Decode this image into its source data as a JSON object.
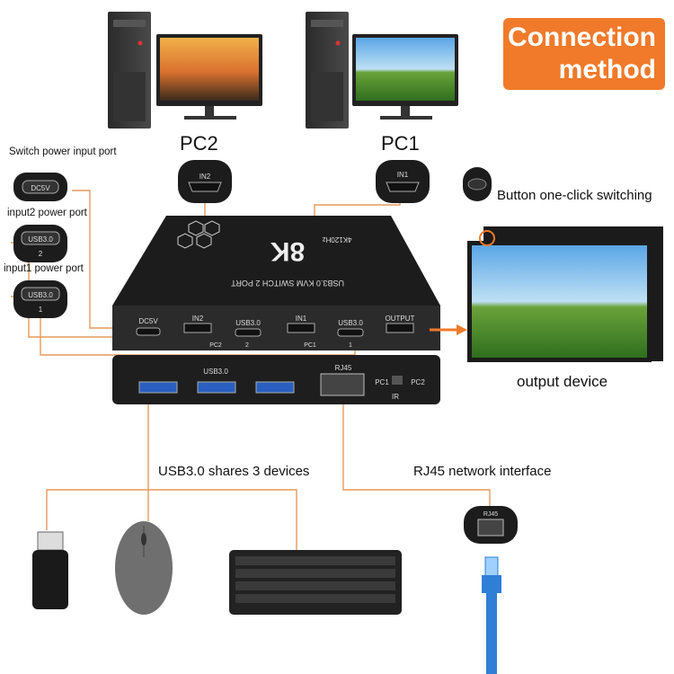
{
  "badge": {
    "line1": "Connection",
    "line2": "method"
  },
  "labels": {
    "pc2": "PC2",
    "pc1": "PC1",
    "switch_power_input": "Switch power input port",
    "input2_power": "input2 power  port",
    "input1_power": "input1 power port",
    "button_switching": "Button one-click switching",
    "output_device": "output device",
    "usb_shares": "USB3.0 shares 3 devices",
    "rj45_interface": "RJ45 network interface"
  },
  "device": {
    "brand": "8K",
    "model": "USB3.0 KVM SWITCH 2 PORT",
    "spec": "4K120Hz",
    "back_ports": [
      "DC5V",
      "IN2",
      "USB3.0",
      "IN1",
      "USB3.0",
      "OUTPUT"
    ],
    "back_groups": [
      "PC2",
      "PC1"
    ],
    "back_numbers": [
      "2",
      "1"
    ],
    "front_usb_label": "USB3.0",
    "front_rj45_label": "RJ45",
    "front_pc1": "PC1",
    "front_pc2": "PC2",
    "front_ir": "IR"
  },
  "callouts": {
    "dc5v": "DC5V",
    "usb_2": "USB3.0",
    "usb_2_num": "2",
    "usb_1": "USB3.0",
    "usb_1_num": "1",
    "in2": "IN2",
    "in1": "IN1",
    "rj45": "RJ45"
  },
  "colors": {
    "accent": "#f07a2a",
    "line": "#e59a5a",
    "device": "#1c1c1c",
    "cable": "#2f7fd6"
  }
}
